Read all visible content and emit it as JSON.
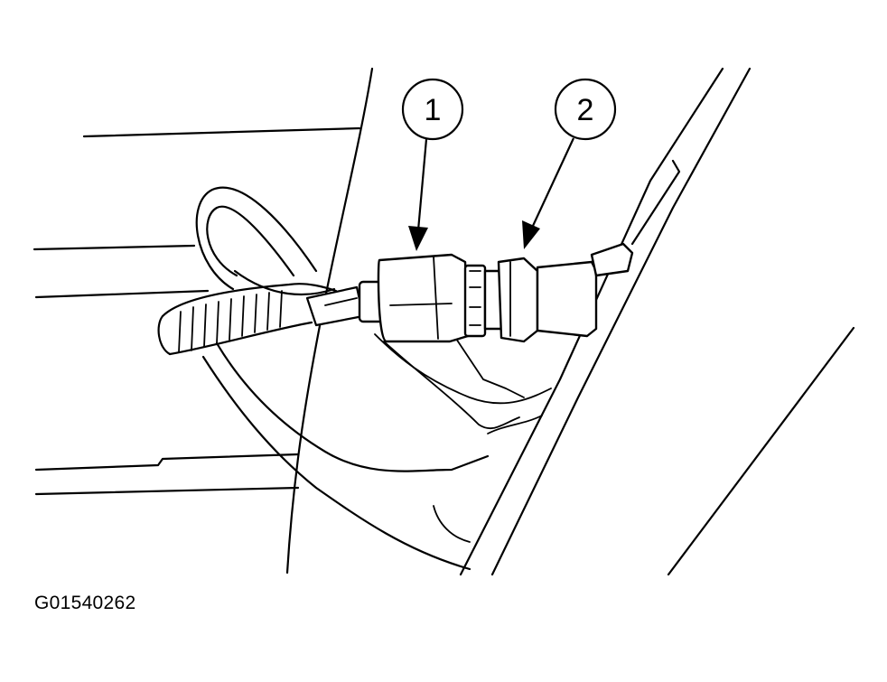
{
  "figure": {
    "callouts": [
      {
        "label": "1"
      },
      {
        "label": "2"
      }
    ],
    "figure_id": "G01540262"
  }
}
